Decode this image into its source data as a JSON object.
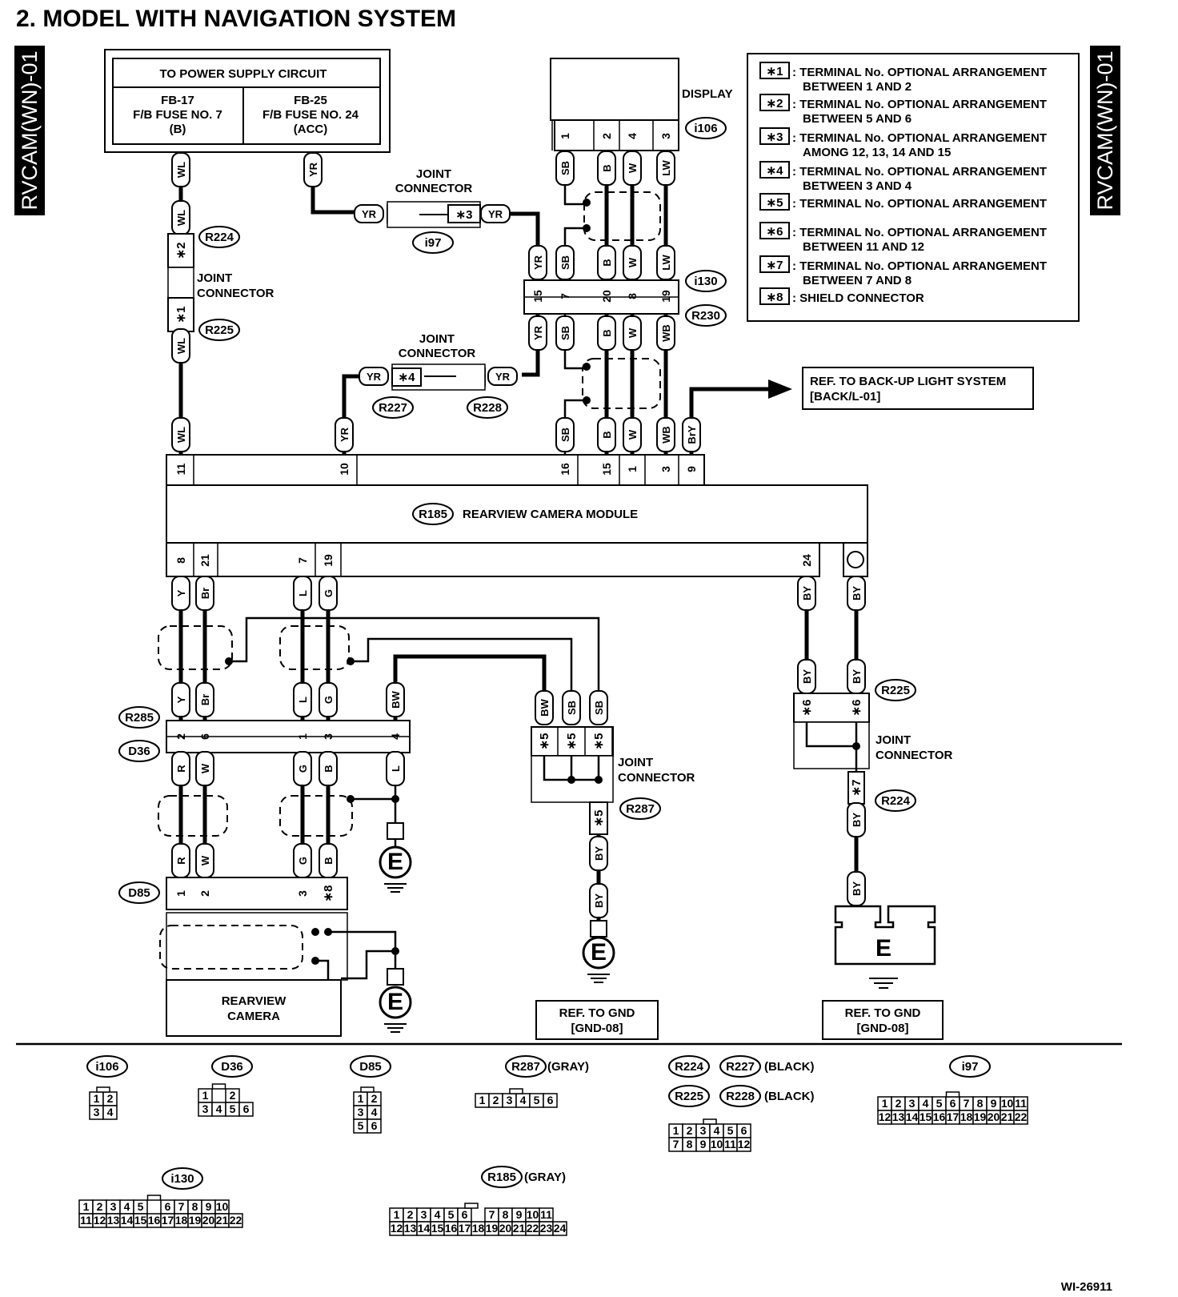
{
  "title": "2.  MODEL WITH NAVIGATION SYSTEM",
  "side_tab": "RVCAM(WN)-01",
  "figure_id": "WI-26911",
  "power_box": {
    "header": "TO POWER SUPPLY CIRCUIT",
    "left": [
      "FB-17",
      "F/B FUSE NO. 7",
      "(B)"
    ],
    "right": [
      "FB-25",
      "F/B FUSE NO. 24",
      "(ACC)"
    ]
  },
  "legend": [
    {
      "mark": "∗1",
      "text": ": TERMINAL No. OPTIONAL ARRANGEMENT",
      "text2": "BETWEEN 1 AND 2"
    },
    {
      "mark": "∗2",
      "text": ": TERMINAL No. OPTIONAL ARRANGEMENT",
      "text2": "BETWEEN 5 AND 6"
    },
    {
      "mark": "∗3",
      "text": ": TERMINAL No. OPTIONAL ARRANGEMENT",
      "text2": "AMONG 12, 13, 14 AND 15"
    },
    {
      "mark": "∗4",
      "text": ": TERMINAL No. OPTIONAL ARRANGEMENT",
      "text2": "BETWEEN 3 AND 4"
    },
    {
      "mark": "∗5",
      "text": ": TERMINAL No. OPTIONAL ARRANGEMENT",
      "text2": ""
    },
    {
      "mark": "∗6",
      "text": ": TERMINAL No. OPTIONAL ARRANGEMENT",
      "text2": "BETWEEN 11 AND 12"
    },
    {
      "mark": "∗7",
      "text": ": TERMINAL No. OPTIONAL ARRANGEMENT",
      "text2": "BETWEEN 7 AND 8"
    },
    {
      "mark": "∗8",
      "text": ": SHIELD CONNECTOR",
      "text2": ""
    }
  ],
  "labels": {
    "display": "DISPLAY",
    "joint_connector": [
      "JOINT",
      "CONNECTOR"
    ],
    "module": "REARVIEW CAMERA MODULE",
    "camera": [
      "REARVIEW",
      "CAMERA"
    ],
    "backup_ref": [
      "REF. TO BACK-UP LIGHT SYSTEM",
      "[BACK/L-01]"
    ],
    "gnd_ref": [
      "REF. TO GND",
      "[GND-08]"
    ],
    "ground": "E",
    "gray": "(GRAY)",
    "black": "(BLACK)"
  },
  "connectors": {
    "i106": "i106",
    "i130": "i130",
    "R230": "R230",
    "i97": "i97",
    "R224": "R224",
    "R225": "R225",
    "R227": "R227",
    "R228": "R228",
    "R185": "R185",
    "R285": "R285",
    "D36": "D36",
    "D85": "D85",
    "R287": "R287"
  },
  "wires": {
    "WL": "WL",
    "YR": "YR",
    "SB": "SB",
    "B": "B",
    "W": "W",
    "LW": "LW",
    "WB": "WB",
    "BrY": "BrY",
    "Y": "Y",
    "Br": "Br",
    "L": "L",
    "G": "G",
    "BW": "BW",
    "R": "R",
    "BY": "BY"
  },
  "stars": {
    "s1": "∗1",
    "s2": "∗2",
    "s3": "∗3",
    "s4": "∗4",
    "s5": "∗5",
    "s6": "∗6",
    "s7": "∗7",
    "s8": "∗8"
  },
  "pins": {
    "i106": [
      "1",
      "2",
      "4",
      "3"
    ],
    "i130": [
      "15",
      "7",
      "20",
      "8",
      "19"
    ],
    "r185_top": [
      "11",
      "10",
      "16",
      "15",
      "1",
      "3",
      "9"
    ],
    "r185_bottom": [
      "8",
      "21",
      "7",
      "19",
      "24"
    ],
    "r285": [
      "2",
      "6",
      "1",
      "3",
      "4"
    ],
    "d85": [
      "1",
      "2",
      "3"
    ]
  },
  "faces": {
    "i106": [
      [
        "1",
        "2"
      ],
      [
        "3",
        "4"
      ]
    ],
    "d36": [
      [
        "1",
        "",
        "2"
      ],
      [
        "3",
        "4",
        "5",
        "6"
      ]
    ],
    "d85": [
      [
        "1",
        "2"
      ],
      [
        "3",
        "4"
      ],
      [
        "5",
        "6"
      ]
    ],
    "r287": [
      [
        "1",
        "2",
        "3",
        "4",
        "5",
        "6"
      ]
    ],
    "r224": [
      [
        "1",
        "2",
        "3",
        "4",
        "5",
        "6"
      ],
      [
        "7",
        "8",
        "9",
        "10",
        "11",
        "12"
      ]
    ],
    "i97": [
      [
        "1",
        "2",
        "3",
        "4",
        "5",
        "6",
        "7",
        "8",
        "9",
        "10",
        "11"
      ],
      [
        "12",
        "13",
        "14",
        "15",
        "16",
        "17",
        "18",
        "19",
        "20",
        "21",
        "22"
      ]
    ],
    "i130": [
      [
        "1",
        "2",
        "3",
        "4",
        "5",
        "",
        "6",
        "7",
        "8",
        "9",
        "10"
      ],
      [
        "11",
        "12",
        "13",
        "14",
        "15",
        "16",
        "17",
        "18",
        "19",
        "20",
        "21",
        "22"
      ]
    ],
    "r185": [
      [
        "1",
        "2",
        "3",
        "4",
        "5",
        "6",
        "",
        "7",
        "8",
        "9",
        "10",
        "11"
      ],
      [
        "12",
        "13",
        "14",
        "15",
        "16",
        "17",
        "18",
        "19",
        "20",
        "21",
        "22",
        "23",
        "24"
      ]
    ]
  }
}
